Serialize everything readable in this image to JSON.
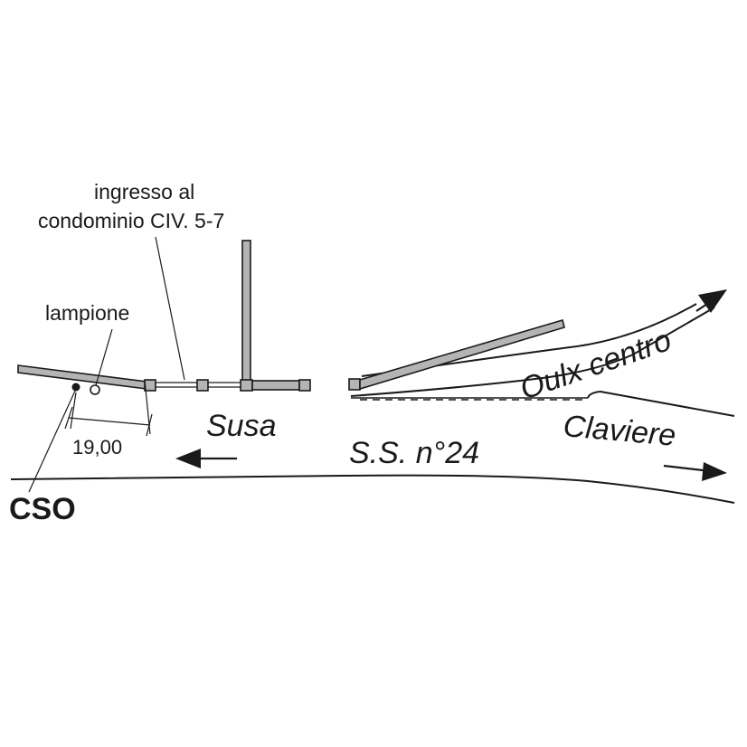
{
  "labels": {
    "entrance_line1": "ingresso al",
    "entrance_line2": "condominio CIV. 5-7",
    "lamppost": "lampione",
    "dimension": "19,00",
    "cso": "CSO",
    "susa": "Susa",
    "road": "S.S. n°24",
    "claviere": "Claviere",
    "oulx_centro": "Oulx centro"
  },
  "colors": {
    "ink": "#1a1a1a",
    "wall_fill": "#b4b4b4",
    "background": "#ffffff"
  }
}
